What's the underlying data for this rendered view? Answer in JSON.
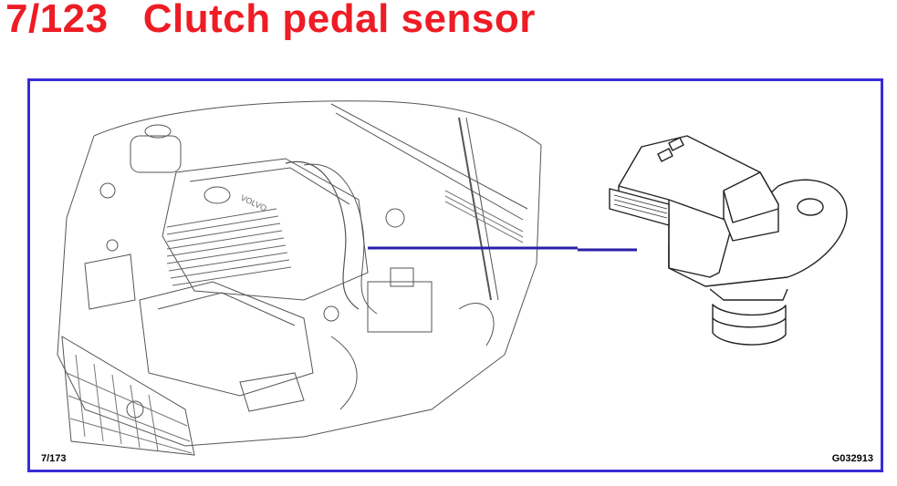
{
  "header": {
    "title": "7/123   Clutch pedal sensor"
  },
  "figure": {
    "ref_left": "7/173",
    "ref_right": "G032913",
    "leader_color": "#2b1fa8",
    "frame_color": "#3a2bd6",
    "title_color": "#ee1c24"
  },
  "icons": [
    "engine-bay-illustration",
    "clutch-pedal-sensor-illustration"
  ]
}
